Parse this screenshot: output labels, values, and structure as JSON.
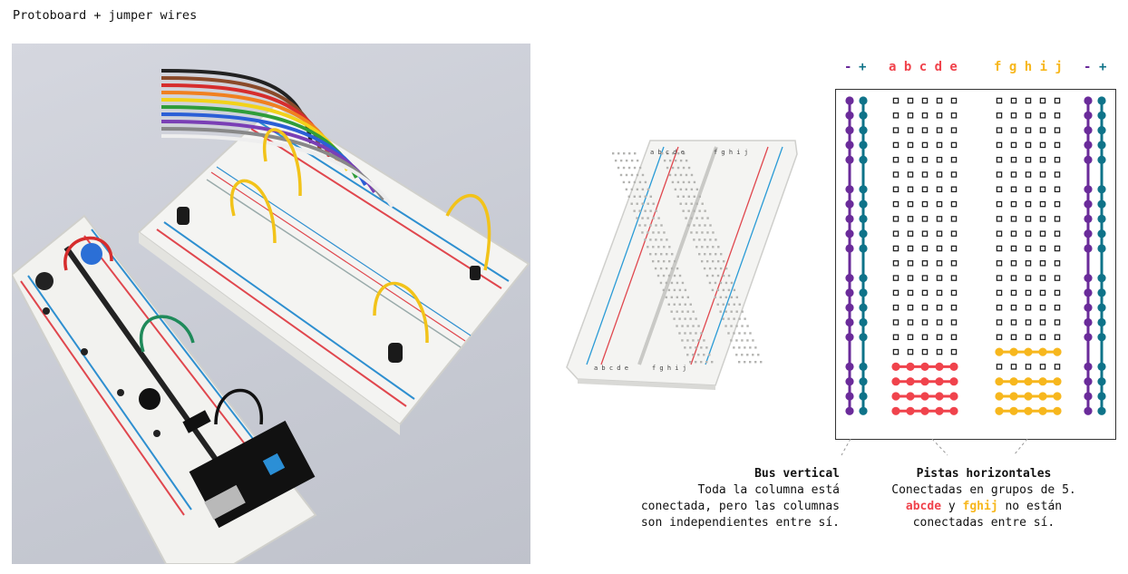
{
  "title": "Protoboard + jumper wires",
  "colors": {
    "bus_minus": "#6a2b9a",
    "bus_plus": "#0f7389",
    "group_abcde": "#f0434c",
    "group_fghij": "#f7b71d",
    "border": "#333333"
  },
  "headers": {
    "left_minus": "-",
    "left_plus": "+",
    "abcde": "a b c d e",
    "fghij": "f g h i j",
    "right_minus": "-",
    "right_plus": "+"
  },
  "small_breadboard": {
    "top_letters_left": "a b c d e",
    "top_letters_right": "f g h i j",
    "bottom_letters_left": "a b c d e",
    "bottom_letters_right": "f g h i j"
  },
  "bus_label": {
    "heading": "Bus vertical",
    "line1": "Toda la columna está",
    "line2": "conectada, pero las columnas",
    "line3": "son independientes entre sí."
  },
  "pistas_label": {
    "heading": "Pistas horizontales",
    "line1": "Conectadas en grupos de 5.",
    "kw1": "abcde",
    "mid": " y ",
    "kw2": "fghij",
    "tail": " no están",
    "line3": "conectadas entre sí."
  },
  "grid": {
    "rows": 22,
    "highlight_abcde_rows": [
      18,
      19,
      20,
      21
    ],
    "highlight_fghij_rows": [
      17,
      19,
      20,
      21
    ]
  }
}
